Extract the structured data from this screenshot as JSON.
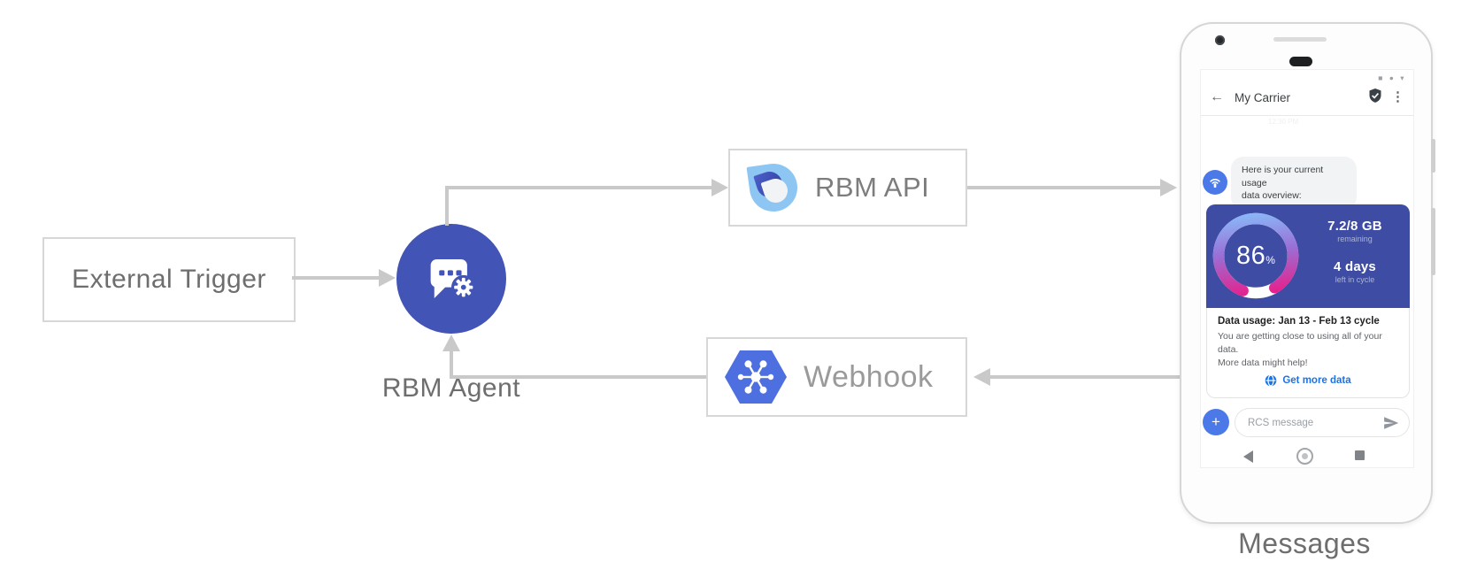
{
  "diagram": {
    "external_trigger_label": "External Trigger",
    "rbm_agent_label": "RBM Agent",
    "rbm_api_label": "RBM API",
    "webhook_label": "Webhook",
    "messages_caption": "Messages"
  },
  "phone": {
    "status_icons": "■ ● ▾",
    "header": {
      "back_icon": "←",
      "title": "My Carrier",
      "menu_icon": "⋮",
      "faint_timestamp": "12:30 PM"
    },
    "chat": {
      "bubble_line1": "Here is your current usage",
      "bubble_line2": "data overview:"
    },
    "usage_card": {
      "percent": "86",
      "percent_symbol": "%",
      "amount": "7.2/8 GB",
      "amount_caption": "remaining",
      "days": "4 days",
      "days_caption": "left in cycle",
      "title": "Data usage: Jan 13 - Feb 13 cycle",
      "body_line1": "You are getting close to using all of your data.",
      "body_line2": "More data might help!",
      "cta_label": "Get more data"
    },
    "composer": {
      "plus_label": "+",
      "placeholder": "RCS message"
    }
  },
  "colors": {
    "agent_indigo": "#4254b5",
    "card_indigo": "#3e4da3",
    "phone_blue": "#4b79e8",
    "link_blue": "#1a73e8",
    "arc_blue": "#8ab6f7",
    "arc_purple": "#9a6fd6",
    "arc_pink": "#ec1a86",
    "arrow_gray": "#c9c9c9",
    "logo_light_blue": "#8dc6f3",
    "webhook_blue": "#4d6fdf"
  }
}
